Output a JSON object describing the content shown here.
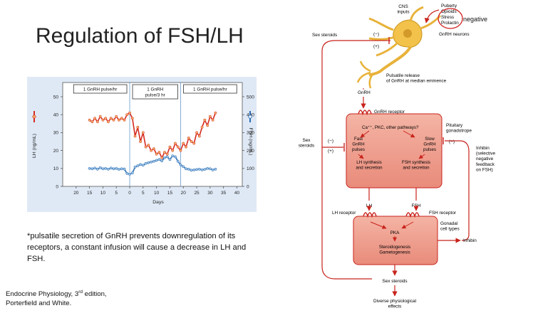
{
  "slide": {
    "title": "Regulation of FSH/LH",
    "note": "*pulsatile secretion of GnRH prevents downregulation of its receptors, a constant infusion will cause a decrease in LH and FSH.",
    "citation_line1": "Endocrine Physiology, 3",
    "citation_sup": "rd",
    "citation_line1_end": " edition,",
    "citation_line2": "Porterfield and White."
  },
  "chart_data": {
    "type": "line",
    "title": "",
    "xlabel": "Days",
    "ylabel_left": "LH (ng/mL)",
    "ylabel_right": "FSH (ng/mL)",
    "x_tick_labels": [
      "20",
      "15",
      "10",
      "5",
      "0",
      "5",
      "10",
      "15",
      "20",
      "25",
      "30",
      "35",
      "40"
    ],
    "x_tick_positions": [
      -20,
      -15,
      -10,
      -5,
      0,
      5,
      10,
      15,
      20,
      25,
      30,
      35,
      40
    ],
    "xlim": [
      -25,
      42
    ],
    "ylim_left": [
      0,
      50
    ],
    "ylim_right": [
      0,
      500
    ],
    "y_ticks_left": [
      0,
      10,
      20,
      30,
      40,
      50
    ],
    "y_ticks_right": [
      0,
      100,
      200,
      300,
      400,
      500
    ],
    "phases": [
      {
        "label": "1 GnRH pulse/hr",
        "x_start": -20,
        "x_end": 0
      },
      {
        "label": "1 GnRH\npulse/3 hr",
        "x_start": 0,
        "x_end": 19
      },
      {
        "label": "1 GnRH pulse/hr",
        "x_start": 19,
        "x_end": 40
      }
    ],
    "phase_dividers": [
      0,
      19
    ],
    "legend_colors": {
      "lh": "#d42a20",
      "fsh": "#2a6db3"
    },
    "series": [
      {
        "key": "lh",
        "color": "#d42a20",
        "marker": "#f3b068",
        "x": [
          -15,
          -14,
          -13,
          -12,
          -11,
          -10,
          -9,
          -8,
          -7,
          -6,
          -5,
          -4,
          -3,
          -2,
          -1,
          0,
          1,
          2,
          3,
          4,
          5,
          6,
          7,
          8,
          9,
          10,
          11,
          12,
          13,
          14,
          15,
          16,
          17,
          18,
          19,
          20,
          21,
          22,
          23,
          24,
          25,
          26,
          27,
          28,
          29,
          30,
          31,
          32
        ],
        "y": [
          37,
          36,
          38,
          36,
          39,
          37,
          38,
          36,
          38,
          37,
          39,
          37,
          38,
          37,
          40,
          41,
          38,
          28,
          33,
          25,
          30,
          22,
          23,
          20,
          21,
          18,
          19,
          16,
          19,
          18,
          22,
          20,
          24,
          22,
          20,
          24,
          22,
          27,
          25,
          24,
          30,
          28,
          33,
          37,
          34,
          39,
          37,
          41
        ]
      },
      {
        "key": "fsh",
        "color": "#2a6db3",
        "marker": "#9ec3e6",
        "x": [
          -15,
          -14,
          -13,
          -12,
          -11,
          -10,
          -9,
          -8,
          -7,
          -6,
          -5,
          -4,
          -3,
          -2,
          -1,
          0,
          1,
          2,
          3,
          4,
          5,
          6,
          7,
          8,
          9,
          10,
          11,
          12,
          13,
          14,
          15,
          16,
          17,
          18,
          19,
          20,
          21,
          22,
          23,
          24,
          25,
          26,
          27,
          28,
          29,
          30,
          31,
          32
        ],
        "y": [
          100,
          98,
          102,
          96,
          104,
          98,
          100,
          96,
          102,
          98,
          100,
          95,
          98,
          97,
          72,
          68,
          75,
          108,
          115,
          122,
          118,
          128,
          132,
          136,
          140,
          145,
          150,
          142,
          160,
          165,
          150,
          170,
          165,
          140,
          120,
          110,
          98,
          96,
          90,
          92,
          94,
          96,
          92,
          95,
          100,
          98,
          92,
          96
        ]
      }
    ]
  },
  "diagram": {
    "cns_inputs": "CNS\ninputs",
    "input_list": [
      "Puberty",
      "Opioids",
      "Stress",
      "Prolactin"
    ],
    "annotation_negative": "negative",
    "gnrh_neurons": "GnRH neurons",
    "sex_steroids_top": "Sex steroids",
    "minus_top": "(−)",
    "plus_top": "(+)",
    "pulsatile_release": "Pulsatile release\nof GnRH at median eminence",
    "gnrh": "GnRH",
    "gnrh_receptor": "GnRH receptor",
    "second_messengers": "Ca⁺⁺, PKC, other pathways?",
    "fast_pulses": "Fast\nGnRH\npulses",
    "slow_pulses": "Slow\nGnRH\npulses",
    "lh_synthesis": "LH synthesis\nand secretion",
    "fsh_synthesis": "FSH synthesis\nand secretion",
    "pituitary_gonadotrope": "Pituitary\ngonadotrope",
    "sex_steroids_mid": "Sex\nsteroids",
    "minus_mid": "(−)",
    "plus_mid": "(+)",
    "minus_inhibin": "(−)",
    "inhibin_note": "Inhibin\n(selective\nnegative\nfeedback\non FSH)",
    "lh": "LH",
    "fsh": "FSH",
    "lh_receptor": "LH receptor",
    "fsh_receptor": "FSH receptor",
    "pka": "PKA",
    "steroidogenesis": "Steroidogenesis\nGametogenesis",
    "gonadal_cell_types": "Gonadal\ncell types",
    "inhibin": "Inhibin",
    "sex_steroids_bottom": "Sex steroids",
    "diverse_effects": "Diverse physiological\neffects"
  }
}
